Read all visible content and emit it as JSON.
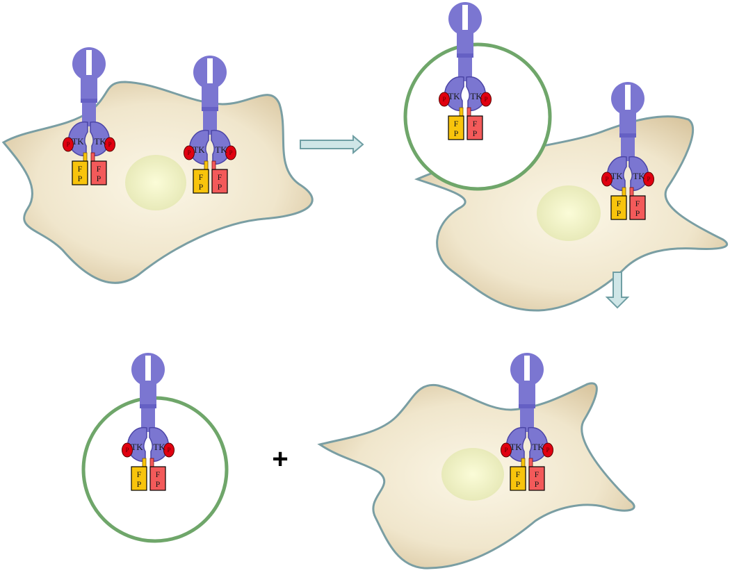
{
  "diagram": {
    "labels": {
      "tk": "TK",
      "fp_top": "F",
      "fp_bottom": "P",
      "phospho": "P",
      "plus": "+"
    },
    "colors": {
      "cell_fill": "#efe5cd",
      "cell_stroke": "#7a9ea3",
      "nucleus": "#eef2c2",
      "receptor": "#7b76d1",
      "receptor_stroke": "#4b45a6",
      "phospho_red": "#e00010",
      "fp_yellow": "#f8c40c",
      "fp_red": "#f35a5a",
      "vesicle_green": "#6fa66a",
      "arrow": "#cfe6e7",
      "arrow_stroke": "#6f9ea3"
    }
  }
}
